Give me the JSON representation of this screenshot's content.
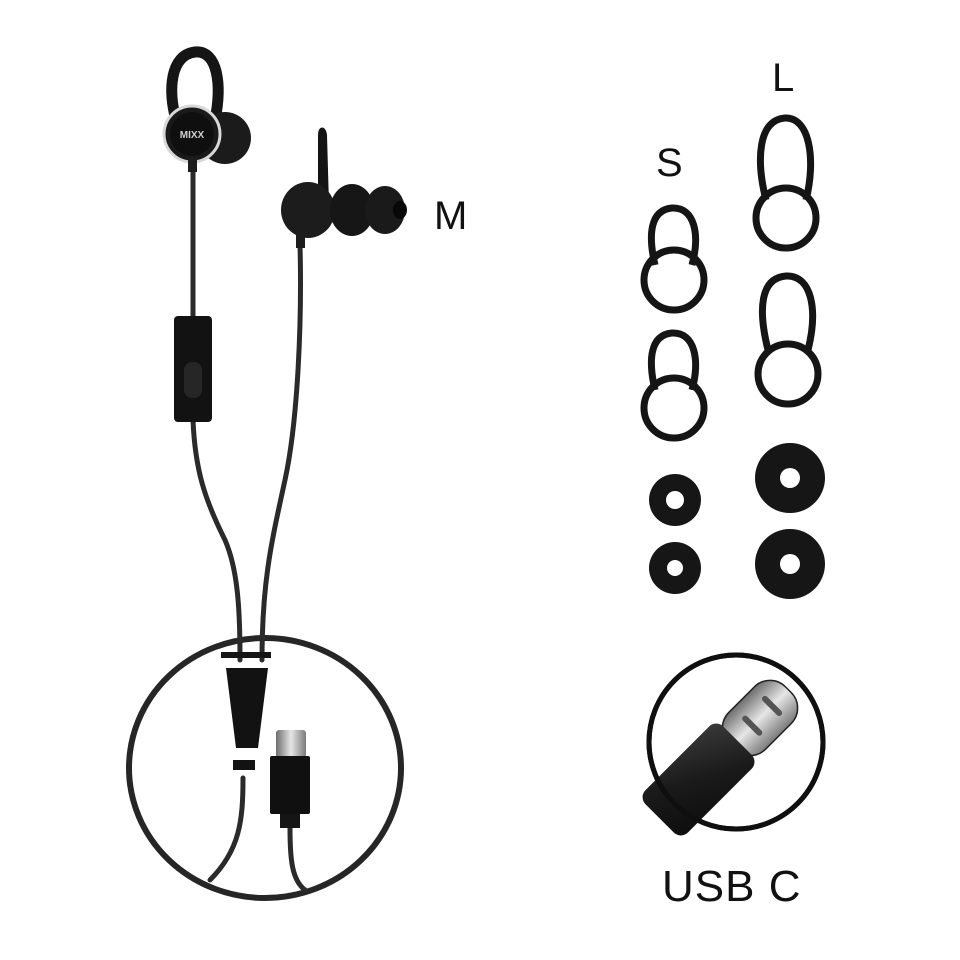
{
  "labels": {
    "earbud_size": "M",
    "small_size": "S",
    "large_size": "L",
    "connector": "USB C"
  },
  "product": {
    "brand_logo_text": "MIXX"
  },
  "colors": {
    "background": "#ffffff",
    "product_black": "#141414",
    "cable_gray": "#2b2b2b",
    "connector_metal": "#9a9a9a"
  }
}
